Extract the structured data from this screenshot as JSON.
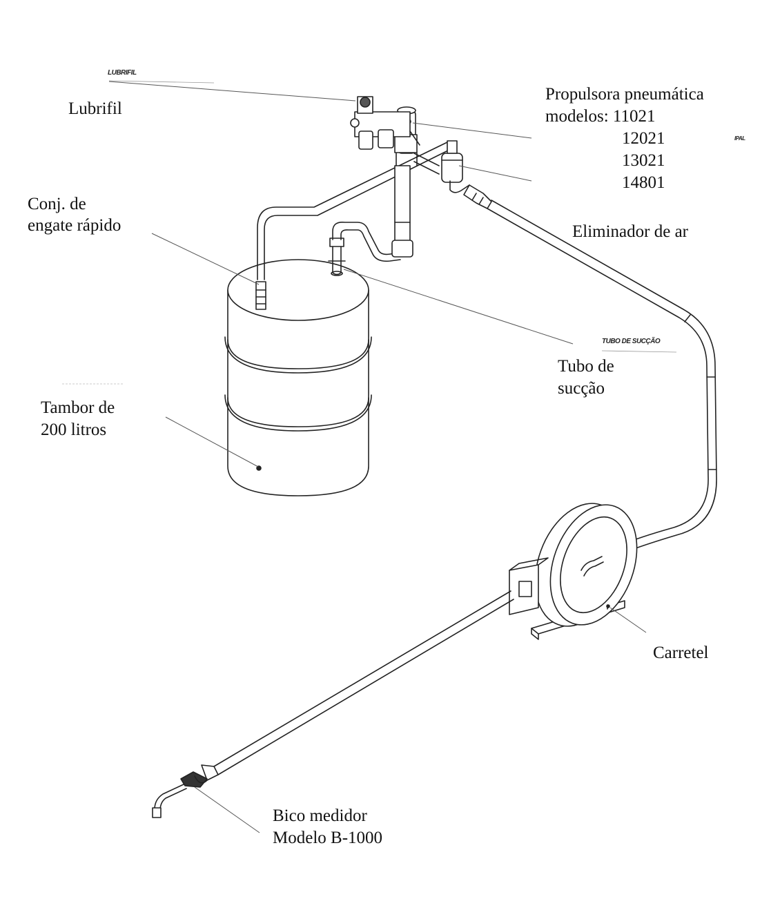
{
  "labels": {
    "lubrifil": "Lubrifil",
    "propulsora_title": "Propulsora pneumática",
    "propulsora_models": [
      "modelos: 11021",
      "12021",
      "13021",
      "14801"
    ],
    "eliminador": "Eliminador de ar",
    "engate": [
      "Conj. de",
      "engate rápido"
    ],
    "tubo_succao": [
      "Tubo de",
      "sucção"
    ],
    "tambor": [
      "Tambor de",
      "200 litros"
    ],
    "carretel": "Carretel",
    "bico": [
      "Bico medidor",
      "Modelo B-1000"
    ]
  },
  "stamp_labels": {
    "lubrifil": "LUBRIFIL",
    "tubo_succao": "TUBO DE SUCÇÃO",
    "side": "IPAL"
  },
  "colors": {
    "line": "#222222",
    "leader": "#555555",
    "fill": "#ffffff"
  }
}
